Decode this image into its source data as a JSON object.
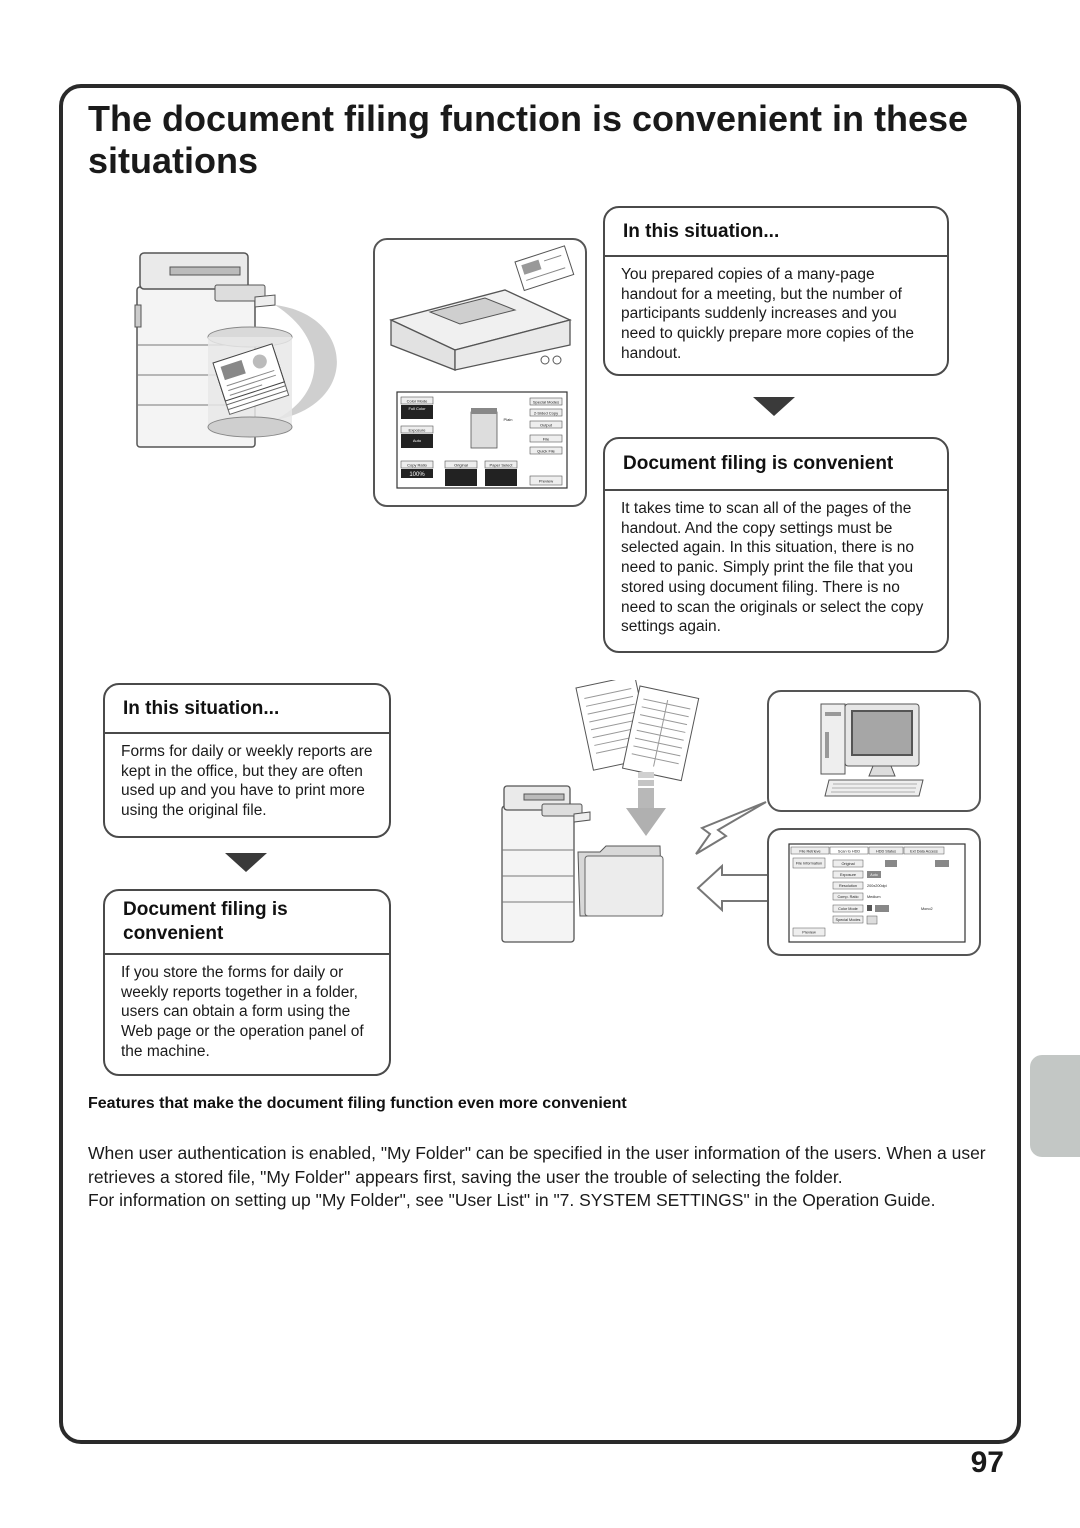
{
  "page": {
    "title": "The document filing function is convenient in these situations",
    "page_number": "97"
  },
  "scenario1": {
    "situation_heading": "In this situation...",
    "situation_text": "You prepared copies of a many-page handout for a meeting, but the number of participants suddenly increases and you need to quickly prepare more copies of the handout.",
    "convenient_heading": "Document filing is convenient",
    "convenient_text": "It takes time to scan all of the pages of the handout. And the copy settings must be selected again. In this situation, there is no need to panic. Simply print the file that you stored using document filing. There is no need to scan the originals or select the copy settings again.",
    "copy_panel": {
      "color_mode": "Color Mode",
      "full_color": "Full Color",
      "exposure": "Exposure",
      "exposure_value": "Auto",
      "copy_ratio": "Copy Ratio",
      "copy_ratio_value": "100%",
      "original": "Original",
      "paper_select": "Paper Select",
      "special_modes": "Special Modes",
      "two_sided_copy": "2-Sided Copy",
      "output": "Output",
      "file": "File",
      "quick_file": "Quick File",
      "preview": "Preview",
      "plain": "Plain"
    }
  },
  "scenario2": {
    "situation_heading": "In this situation...",
    "situation_text": "Forms for daily or weekly reports are kept in the office, but they are often used up and you have to print more using the original file.",
    "convenient_heading": "Document filing is convenient",
    "convenient_text": "If you store the forms for daily or weekly reports together in a folder, users can obtain a form using the Web page or the operation panel of the machine.",
    "file_panel": {
      "tabs": [
        "File Retrieve",
        "Scan to HDD",
        "HDD Status",
        "Ext Data Access"
      ],
      "file_information": "File Information",
      "original": "Original",
      "exposure": "Exposure",
      "resolution": "Resolution",
      "comp_ratio": "Comp. Ratio",
      "color_mode": "Color Mode",
      "special_modes": "Special Modes",
      "preview": "Preview",
      "auto": "Auto",
      "resolution_value": "200x200dpi",
      "comp_value": "Medium",
      "mono": "Mono2"
    }
  },
  "features": {
    "heading": "Features that make the document filing function even more convenient",
    "paragraph1": "When user authentication is enabled, \"My Folder\" can be specified in the user information of the users. When a user retrieves a stored file, \"My Folder\" appears first, saving the user the trouble of selecting the folder.",
    "paragraph2": "For information on setting up \"My Folder\", see \"User List\" in \"7. SYSTEM SETTINGS\" in the Operation Guide."
  },
  "colors": {
    "border": "#2a2a2a",
    "callout_border": "#4a4a4a",
    "side_tab": "#c3c7c5"
  }
}
